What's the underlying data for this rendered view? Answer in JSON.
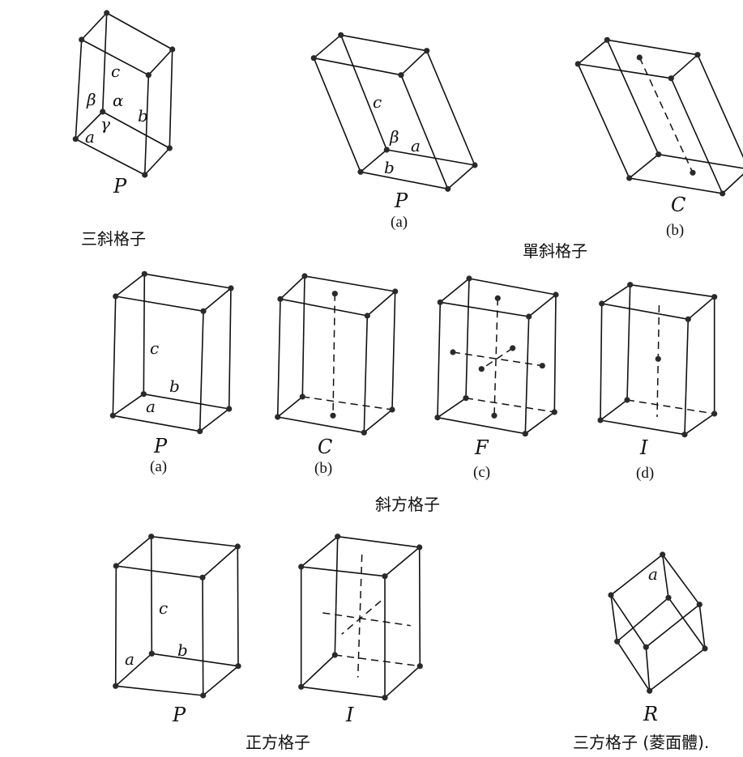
{
  "systems": {
    "triclinic": {
      "title": "三斜格子",
      "P": {
        "symbol": "P",
        "axes": {
          "c": "c",
          "b": "b",
          "a": "a",
          "alpha": "α",
          "beta": "β",
          "gamma": "γ"
        }
      }
    },
    "monoclinic": {
      "title": "單斜格子",
      "P": {
        "symbol": "P",
        "sub": "(a)",
        "axes": {
          "c": "c",
          "beta": "β",
          "a": "a",
          "b": "b"
        }
      },
      "C": {
        "symbol": "C",
        "sub": "(b)"
      }
    },
    "orthorhombic": {
      "title": "斜方格子",
      "P": {
        "symbol": "P",
        "sub": "(a)",
        "axes": {
          "c": "c",
          "b": "b",
          "a": "a"
        }
      },
      "C": {
        "symbol": "C",
        "sub": "(b)"
      },
      "F": {
        "symbol": "F",
        "sub": "(c)"
      },
      "I": {
        "symbol": "I",
        "sub": "(d)"
      }
    },
    "tetragonal": {
      "title": "正方格子",
      "P": {
        "symbol": "P",
        "axes": {
          "c": "c",
          "b": "b",
          "a": "a"
        }
      },
      "I": {
        "symbol": "I"
      }
    },
    "trigonal": {
      "title": "三方格子 (菱面體).",
      "R": {
        "symbol": "R",
        "axes": {
          "a": "a"
        }
      }
    }
  }
}
